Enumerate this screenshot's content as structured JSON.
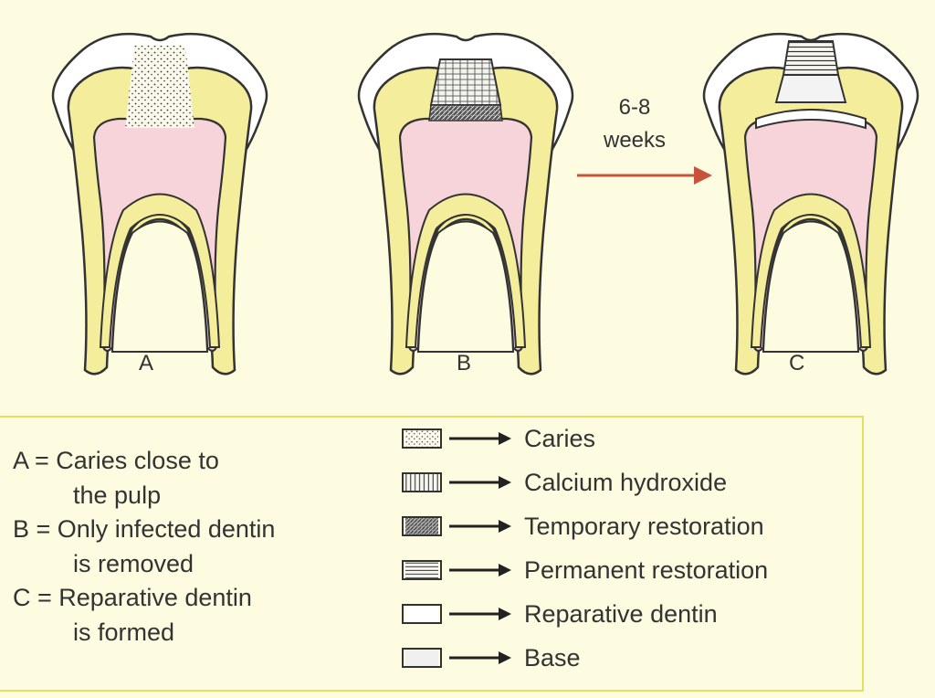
{
  "figure": {
    "teeth": [
      {
        "label": "A"
      },
      {
        "label": "B"
      },
      {
        "label": "C"
      }
    ],
    "arrow_text": [
      "6-8",
      "weeks"
    ],
    "colors": {
      "background": "#fdfbe0",
      "enamel": "#ffffff",
      "dentin": "#f4ee9c",
      "pulp": "#f6d4d9",
      "outline": "#333333",
      "arrow": "#c8533a",
      "border": "#e3df63"
    }
  },
  "captions": [
    {
      "line1": "A = Caries close to",
      "line2": "the pulp"
    },
    {
      "line1": "B = Only infected dentin",
      "line2": "is removed"
    },
    {
      "line1": "C = Reparative dentin",
      "line2": "is formed"
    }
  ],
  "legend": [
    {
      "pattern": "caries",
      "label": "Caries"
    },
    {
      "pattern": "calcium-hydroxide",
      "label": "Calcium hydroxide"
    },
    {
      "pattern": "temporary-restoration",
      "label": "Temporary restoration"
    },
    {
      "pattern": "permanent-restoration",
      "label": "Permanent restoration"
    },
    {
      "pattern": "reparative-dentin",
      "label": "Reparative dentin"
    },
    {
      "pattern": "base",
      "label": "Base"
    }
  ]
}
